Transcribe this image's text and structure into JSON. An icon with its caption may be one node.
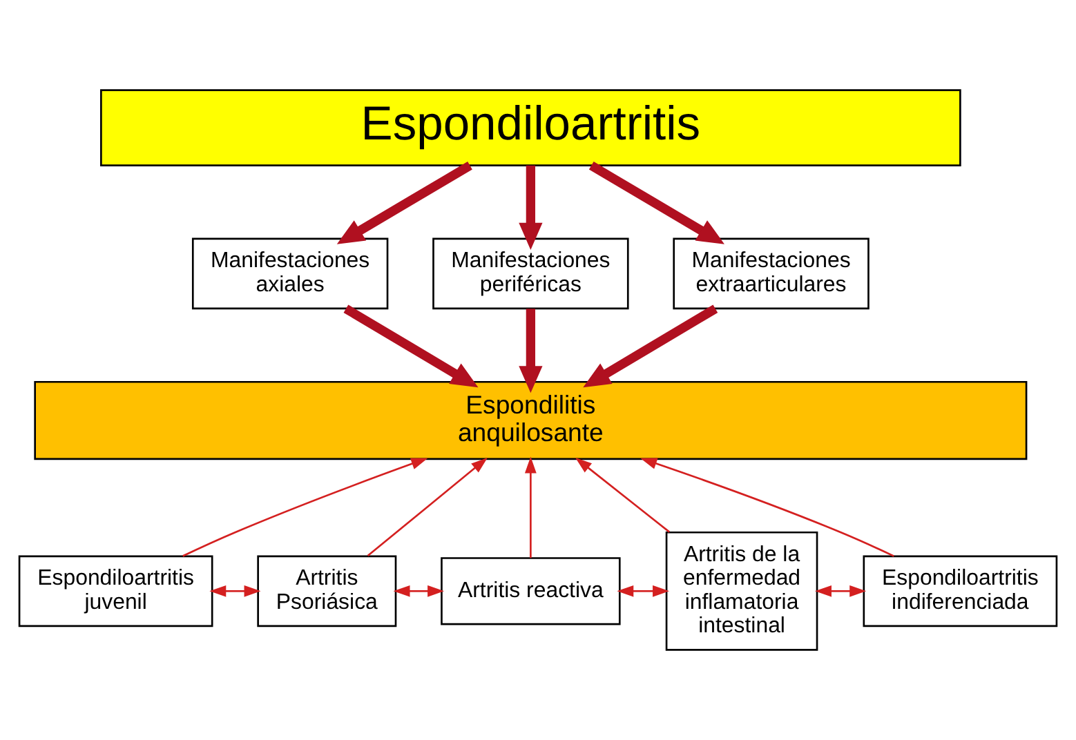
{
  "diagram": {
    "nodes": [
      {
        "text": [
          "Espondiloartritis"
        ]
      },
      {
        "text": [
          "Manifestaciones axiales"
        ]
      },
      {
        "text": [
          "Manifestaciones periféricas"
        ]
      },
      {
        "text": [
          "Manifestaciones extraarticulares"
        ]
      },
      {
        "text": [
          "Espondilitis anquilosante"
        ]
      },
      {
        "text": [
          "Espondiloartritis juvenil"
        ]
      },
      {
        "text": [
          "Artritis Psoriásica"
        ]
      },
      {
        "text": [
          "Artritis reactiva"
        ]
      },
      {
        "text": [
          "Artritis de la enfermedad inflamatoria intestinal"
        ]
      },
      {
        "text": [
          "Espondiloartritis indiferenciada"
        ]
      }
    ],
    "edges": [
      {
        "from": 0,
        "to": 1,
        "arrow": "to",
        "style": "thick",
        "color": "#b01020"
      },
      {
        "from": 0,
        "to": 2,
        "arrow": "to",
        "style": "thick",
        "color": "#b01020"
      },
      {
        "from": 0,
        "to": 3,
        "arrow": "to",
        "style": "thick",
        "color": "#b01020"
      },
      {
        "from": 1,
        "to": 4,
        "arrow": "to",
        "style": "thick",
        "color": "#b01020"
      },
      {
        "from": 2,
        "to": 4,
        "arrow": "to",
        "style": "thick",
        "color": "#b01020"
      },
      {
        "from": 3,
        "to": 4,
        "arrow": "to",
        "style": "thick",
        "color": "#b01020"
      },
      {
        "from": 5,
        "to": 4,
        "arrow": "to"
      },
      {
        "from": 6,
        "to": 4,
        "arrow": "to"
      },
      {
        "from": 7,
        "to": 4,
        "arrow": "to"
      },
      {
        "from": 8,
        "to": 4,
        "arrow": "to"
      },
      {
        "from": 9,
        "to": 4,
        "arrow": "to"
      },
      {
        "from": 5,
        "to": 6,
        "arrow": "both"
      },
      {
        "from": 6,
        "to": 7,
        "arrow": "both"
      },
      {
        "from": 7,
        "to": 8,
        "arrow": "both"
      },
      {
        "from": 8,
        "to": 9,
        "arrow": "both"
      }
    ]
  }
}
